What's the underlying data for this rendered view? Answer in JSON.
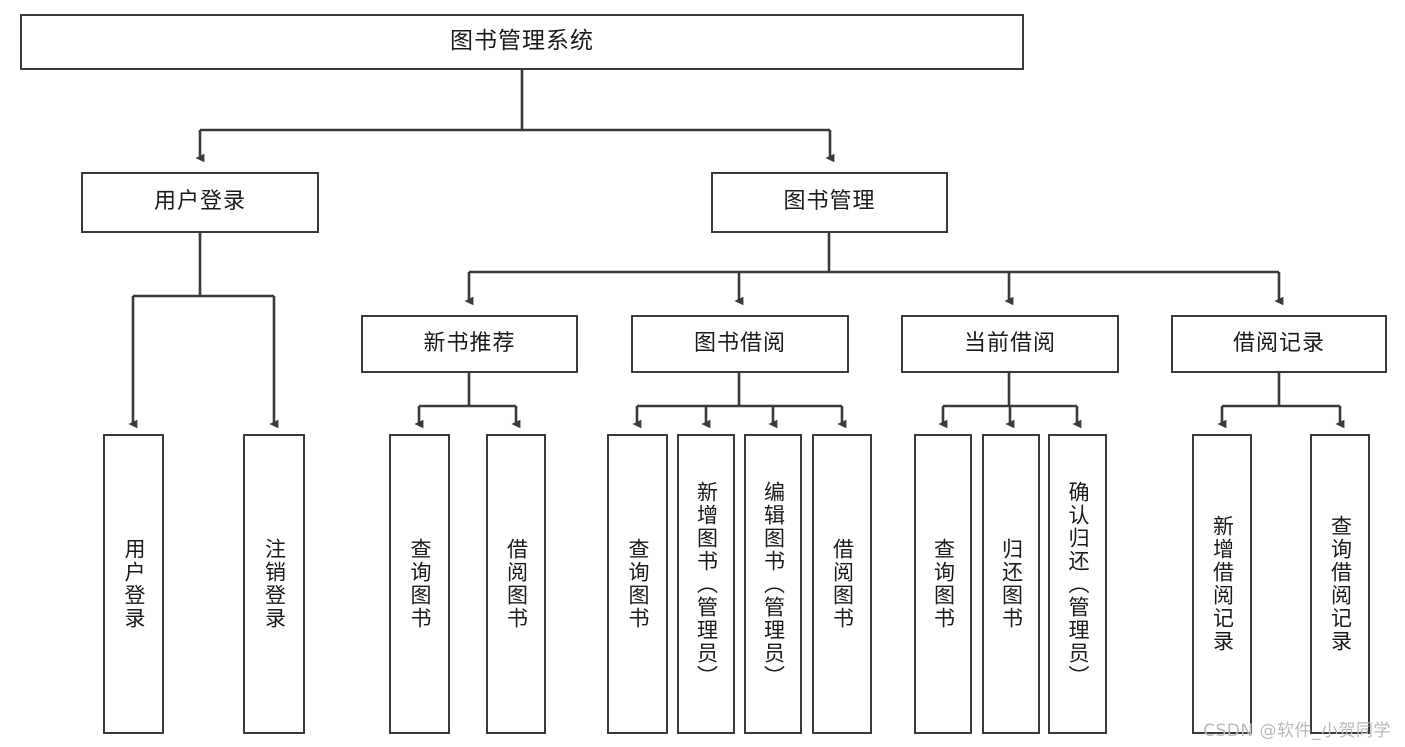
{
  "diagram": {
    "title": "图书管理系统",
    "watermark": "CSDN @软件_小贺同学",
    "line_color": "#3a3a3a",
    "background_color": "#ffffff",
    "text_color": "#1a1a1a",
    "watermark_color": "#b9b9b9",
    "type": "tree-hierarchy",
    "levels": [
      {
        "level": 1,
        "nodes": [
          {
            "id": "root",
            "label": "图书管理系统",
            "orientation": "horizontal"
          }
        ]
      },
      {
        "level": 2,
        "nodes": [
          {
            "id": "login",
            "label": "用户登录",
            "orientation": "horizontal",
            "parent": "root"
          },
          {
            "id": "bookmgmt",
            "label": "图书管理",
            "orientation": "horizontal",
            "parent": "root"
          }
        ]
      },
      {
        "level": 3,
        "nodes": [
          {
            "id": "newbook",
            "label": "新书推荐",
            "orientation": "horizontal",
            "parent": "bookmgmt"
          },
          {
            "id": "borrow",
            "label": "图书借阅",
            "orientation": "horizontal",
            "parent": "bookmgmt"
          },
          {
            "id": "current",
            "label": "当前借阅",
            "orientation": "horizontal",
            "parent": "bookmgmt"
          },
          {
            "id": "records",
            "label": "借阅记录",
            "orientation": "horizontal",
            "parent": "bookmgmt"
          }
        ]
      },
      {
        "level": 4,
        "nodes": [
          {
            "id": "leaf1",
            "label": "用户登录",
            "orientation": "vertical",
            "parent": "login"
          },
          {
            "id": "leaf2",
            "label": "注销登录",
            "orientation": "vertical",
            "parent": "login"
          },
          {
            "id": "leaf3",
            "label": "查询图书",
            "orientation": "vertical",
            "parent": "newbook"
          },
          {
            "id": "leaf4",
            "label": "借阅图书",
            "orientation": "vertical",
            "parent": "newbook"
          },
          {
            "id": "leaf5",
            "label": "查询图书",
            "orientation": "vertical",
            "parent": "borrow"
          },
          {
            "id": "leaf6",
            "label": "新增图书（管理员）",
            "orientation": "vertical",
            "parent": "borrow"
          },
          {
            "id": "leaf7",
            "label": "编辑图书（管理员）",
            "orientation": "vertical",
            "parent": "borrow"
          },
          {
            "id": "leaf8",
            "label": "借阅图书",
            "orientation": "vertical",
            "parent": "borrow"
          },
          {
            "id": "leaf9",
            "label": "查询图书",
            "orientation": "vertical",
            "parent": "current"
          },
          {
            "id": "leaf10",
            "label": "归还图书",
            "orientation": "vertical",
            "parent": "current"
          },
          {
            "id": "leaf11",
            "label": "确认归还（管理员）",
            "orientation": "vertical",
            "parent": "current"
          },
          {
            "id": "leaf12",
            "label": "新增借阅记录",
            "orientation": "vertical",
            "parent": "records"
          },
          {
            "id": "leaf13",
            "label": "查询借阅记录",
            "orientation": "vertical",
            "parent": "records"
          }
        ]
      }
    ]
  }
}
